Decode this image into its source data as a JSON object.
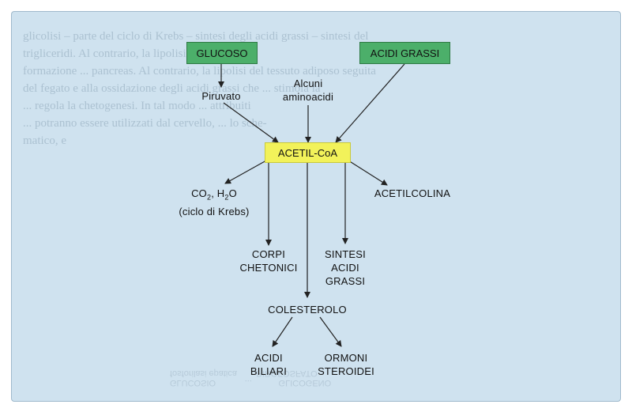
{
  "background_text": {
    "line1": "glicolisi – parte del ciclo di Krebs – sintesi degli acidi grassi – sintesi del",
    "line2": "trigliceridi. Al contrario, la lipolisi può ...",
    "line3": "formazione ... pancreas. Al contrario, la lipolisi del tessuto adiposo seguita",
    "line4": "del fegato e alla ossidazione degli acidi grassi che ... stimola la",
    "line5": "... regola la chetogenesi. In tal modo ... attribuiti",
    "line6": "... potranno essere utilizzati dal cervello, ... lo sche-",
    "line7": "matico, e",
    "mirrored": "GLUCOSIO            ...           GLICOGENO\nfosforilasi epatica        PIROFOSFATO"
  },
  "nodes": {
    "glucoso": "GLUCOSO",
    "acidi_grassi": "ACIDI GRASSI",
    "piruvato": "Piruvato",
    "aminoacidi_1": "Alcuni",
    "aminoacidi_2": "aminoacidi",
    "acetil_coa": "ACETIL-CoA",
    "co2_co2": "CO",
    "co2_sub2": "2",
    "co2_h": ", H",
    "co2_sub2b": "2",
    "co2_o": "O",
    "co2_line2": "(ciclo di Krebs)",
    "acetilcolina": "ACETILCOLINA",
    "corpi_1": "CORPI",
    "corpi_2": "CHETONICI",
    "sintesi_1": "SINTESI",
    "sintesi_2": "ACIDI",
    "sintesi_3": "GRASSI",
    "colesterolo": "COLESTEROLO",
    "biliari_1": "ACIDI",
    "biliari_2": "BILIARI",
    "ormoni_1": "ORMONI",
    "ormoni_2": "STEROIDEI"
  },
  "colors": {
    "panel": "#cfe2ef",
    "source_box": "#4caf6a",
    "center_box": "#f2f25a",
    "arrow": "#222222"
  }
}
